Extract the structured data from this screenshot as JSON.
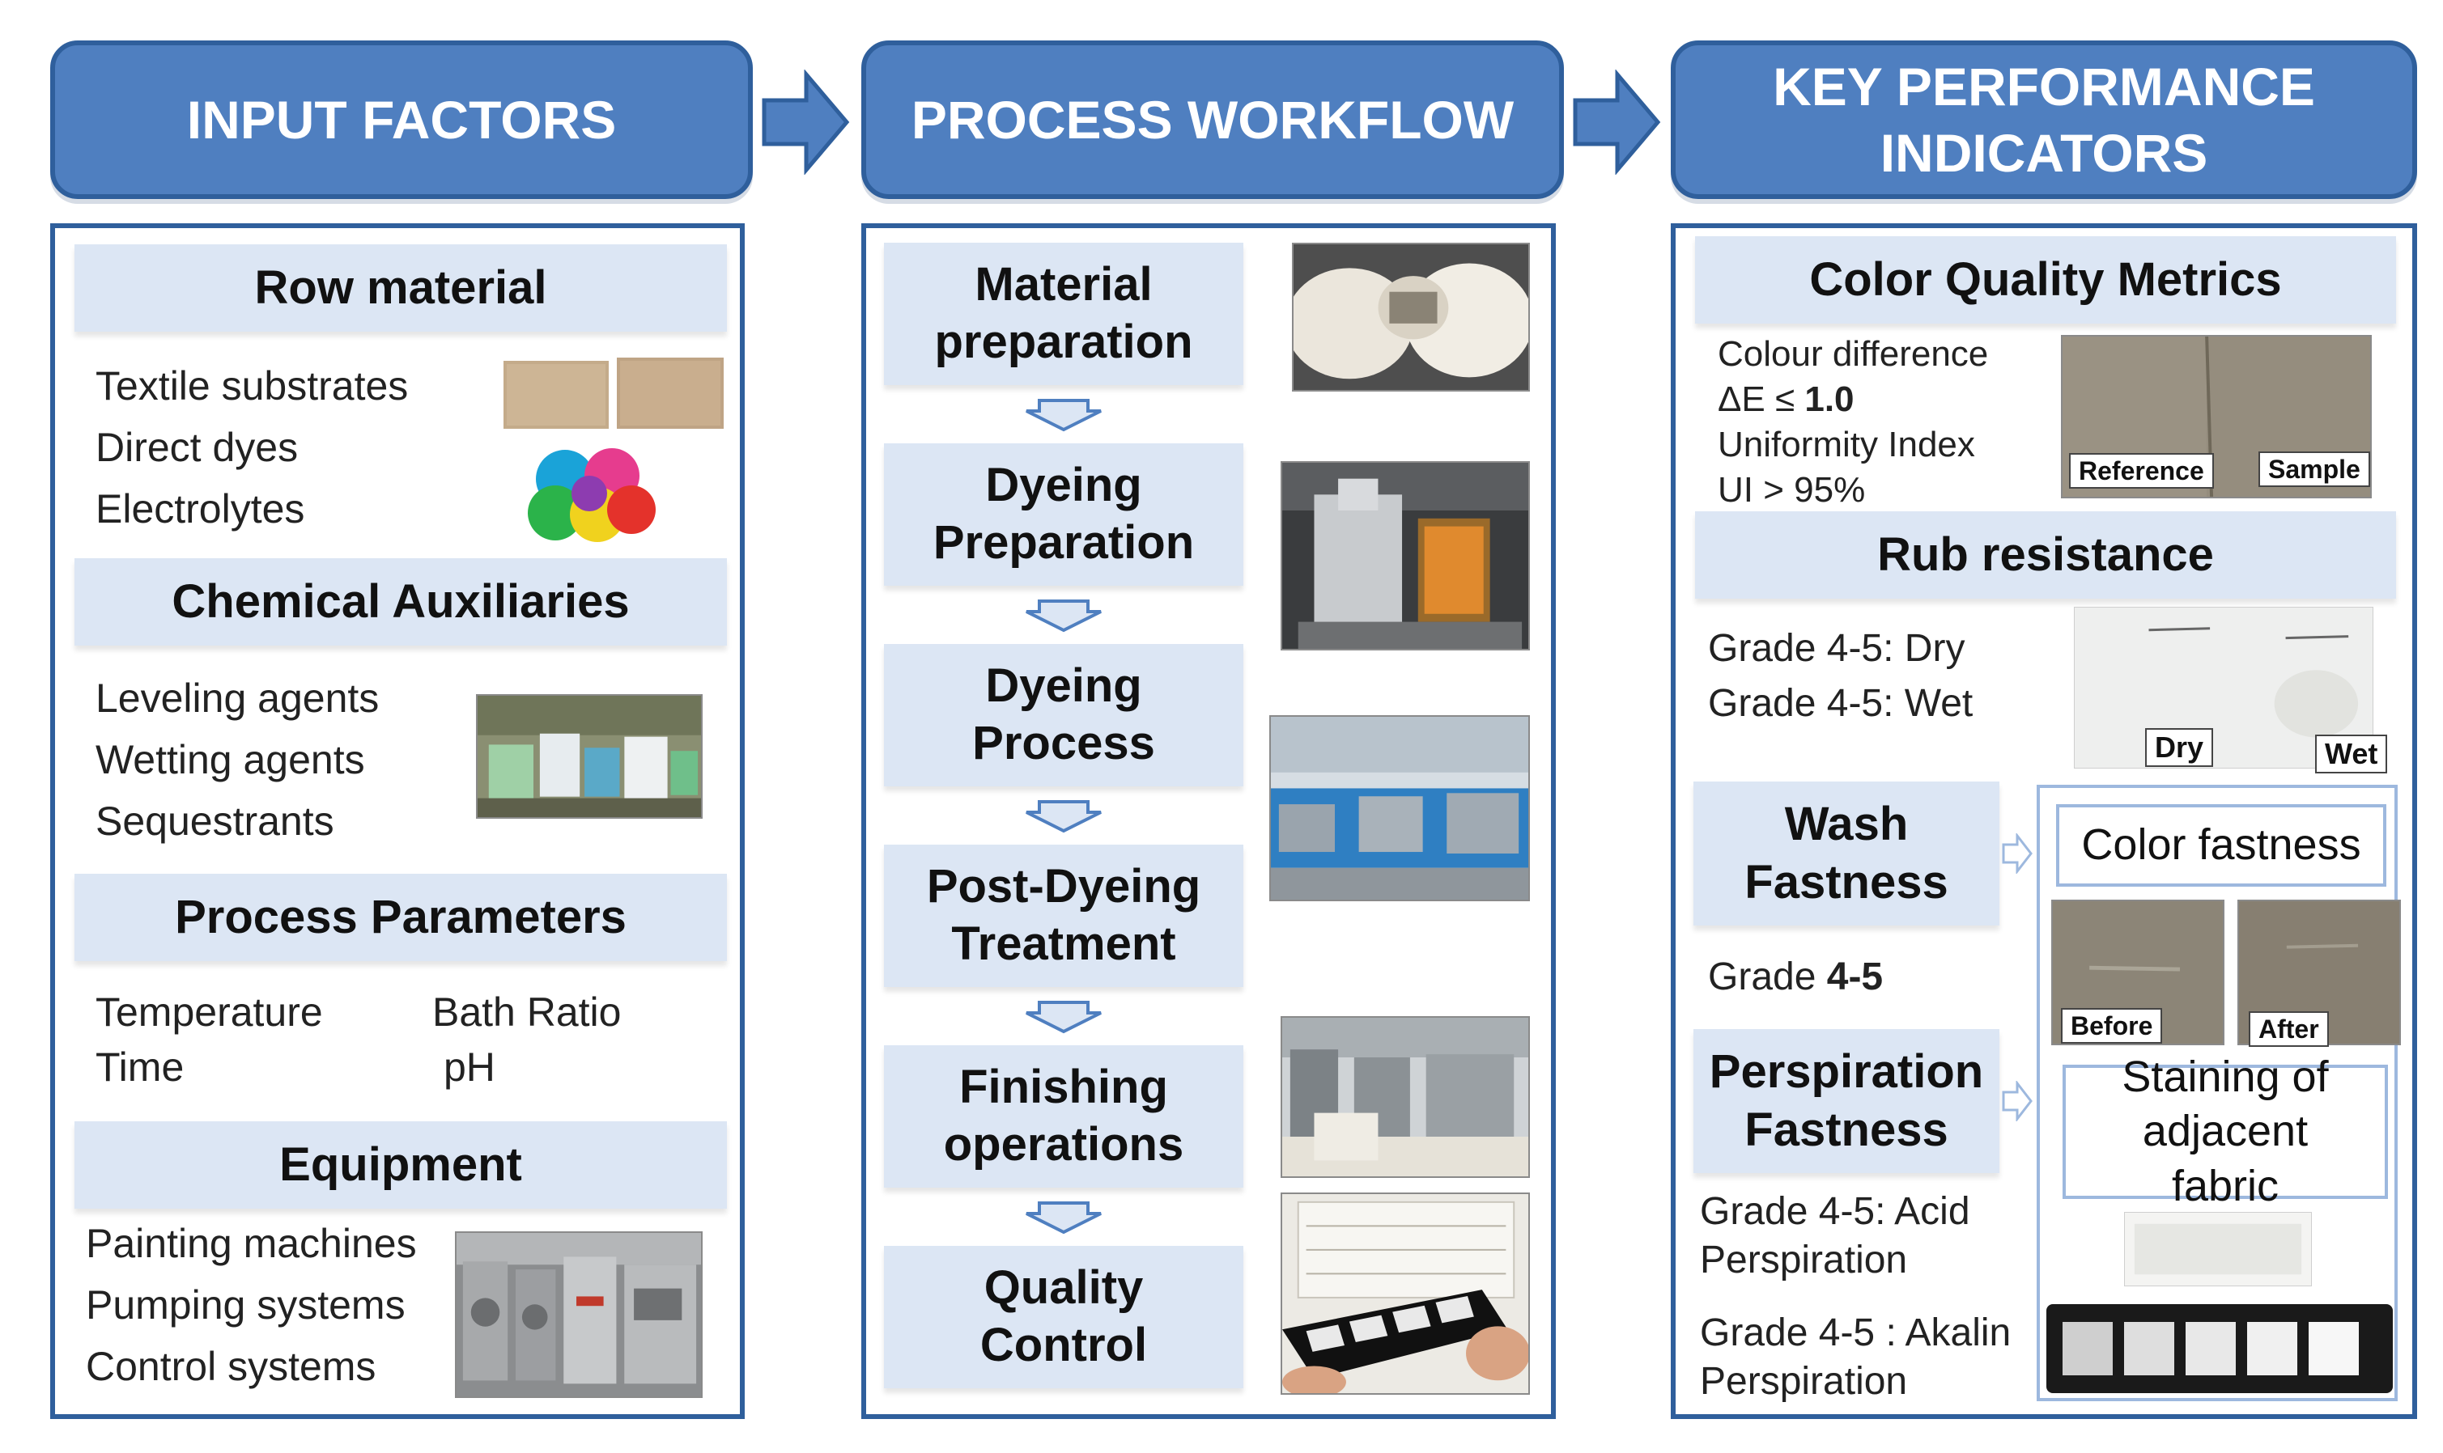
{
  "headers": {
    "input": "INPUT FACTORS",
    "process": "PROCESS WORKFLOW",
    "kpi": "KEY PERFORMANCE INDICATORS"
  },
  "input": {
    "row_material": {
      "title": "Row material",
      "items": [
        "Textile substrates",
        "Direct dyes",
        "Electrolytes"
      ]
    },
    "chemical_auxiliaries": {
      "title": "Chemical Auxiliaries",
      "items": [
        "Leveling agents",
        "Wetting agents",
        "Sequestrants"
      ]
    },
    "process_parameters": {
      "title": "Process Parameters",
      "items": [
        "Temperature",
        "Time",
        "Bath Ratio",
        "pH"
      ]
    },
    "equipment": {
      "title": "Equipment",
      "items": [
        "Painting machines",
        "Pumping  systems",
        "Control systems"
      ]
    }
  },
  "process": {
    "steps": [
      "Material preparation",
      "Dyeing Preparation",
      "Dyeing Process",
      "Post-Dyeing Treatment",
      "Finishing operations",
      "Quality Control"
    ]
  },
  "kpi": {
    "color_quality": {
      "title": "Color Quality Metrics",
      "line1": "Colour difference",
      "line2_prefix": "ΔE ≤ ",
      "line2_value": "1.0",
      "line3": "Uniformity Index",
      "line4": "UI > 95%",
      "tag_reference": "Reference",
      "tag_sample": "Sample"
    },
    "rub_resistance": {
      "title": "Rub resistance",
      "line1": "Grade 4-5: Dry",
      "line2": "Grade 4-5: Wet",
      "tag_dry": "Dry",
      "tag_wet": "Wet"
    },
    "wash_fastness": {
      "title": "Wash Fastness",
      "grade_prefix": "Grade ",
      "grade_value": "4-5",
      "color_fastness": "Color fastness",
      "tag_before": "Before",
      "tag_after": "After"
    },
    "perspiration_fastness": {
      "title": "Perspiration Fastness",
      "acid_line1": "Grade 4-5: Acid",
      "acid_line2": "Perspiration",
      "alkalin_line1": "Grade 4-5 : Akalin",
      "alkalin_line2": "Perspiration",
      "staining": "Staining  of adjacent fabric"
    }
  },
  "colors": {
    "banner_fill": "#4f7fc0",
    "border": "#2f5f9c",
    "section_fill": "#dce6f4",
    "light_border": "#9db8de"
  }
}
